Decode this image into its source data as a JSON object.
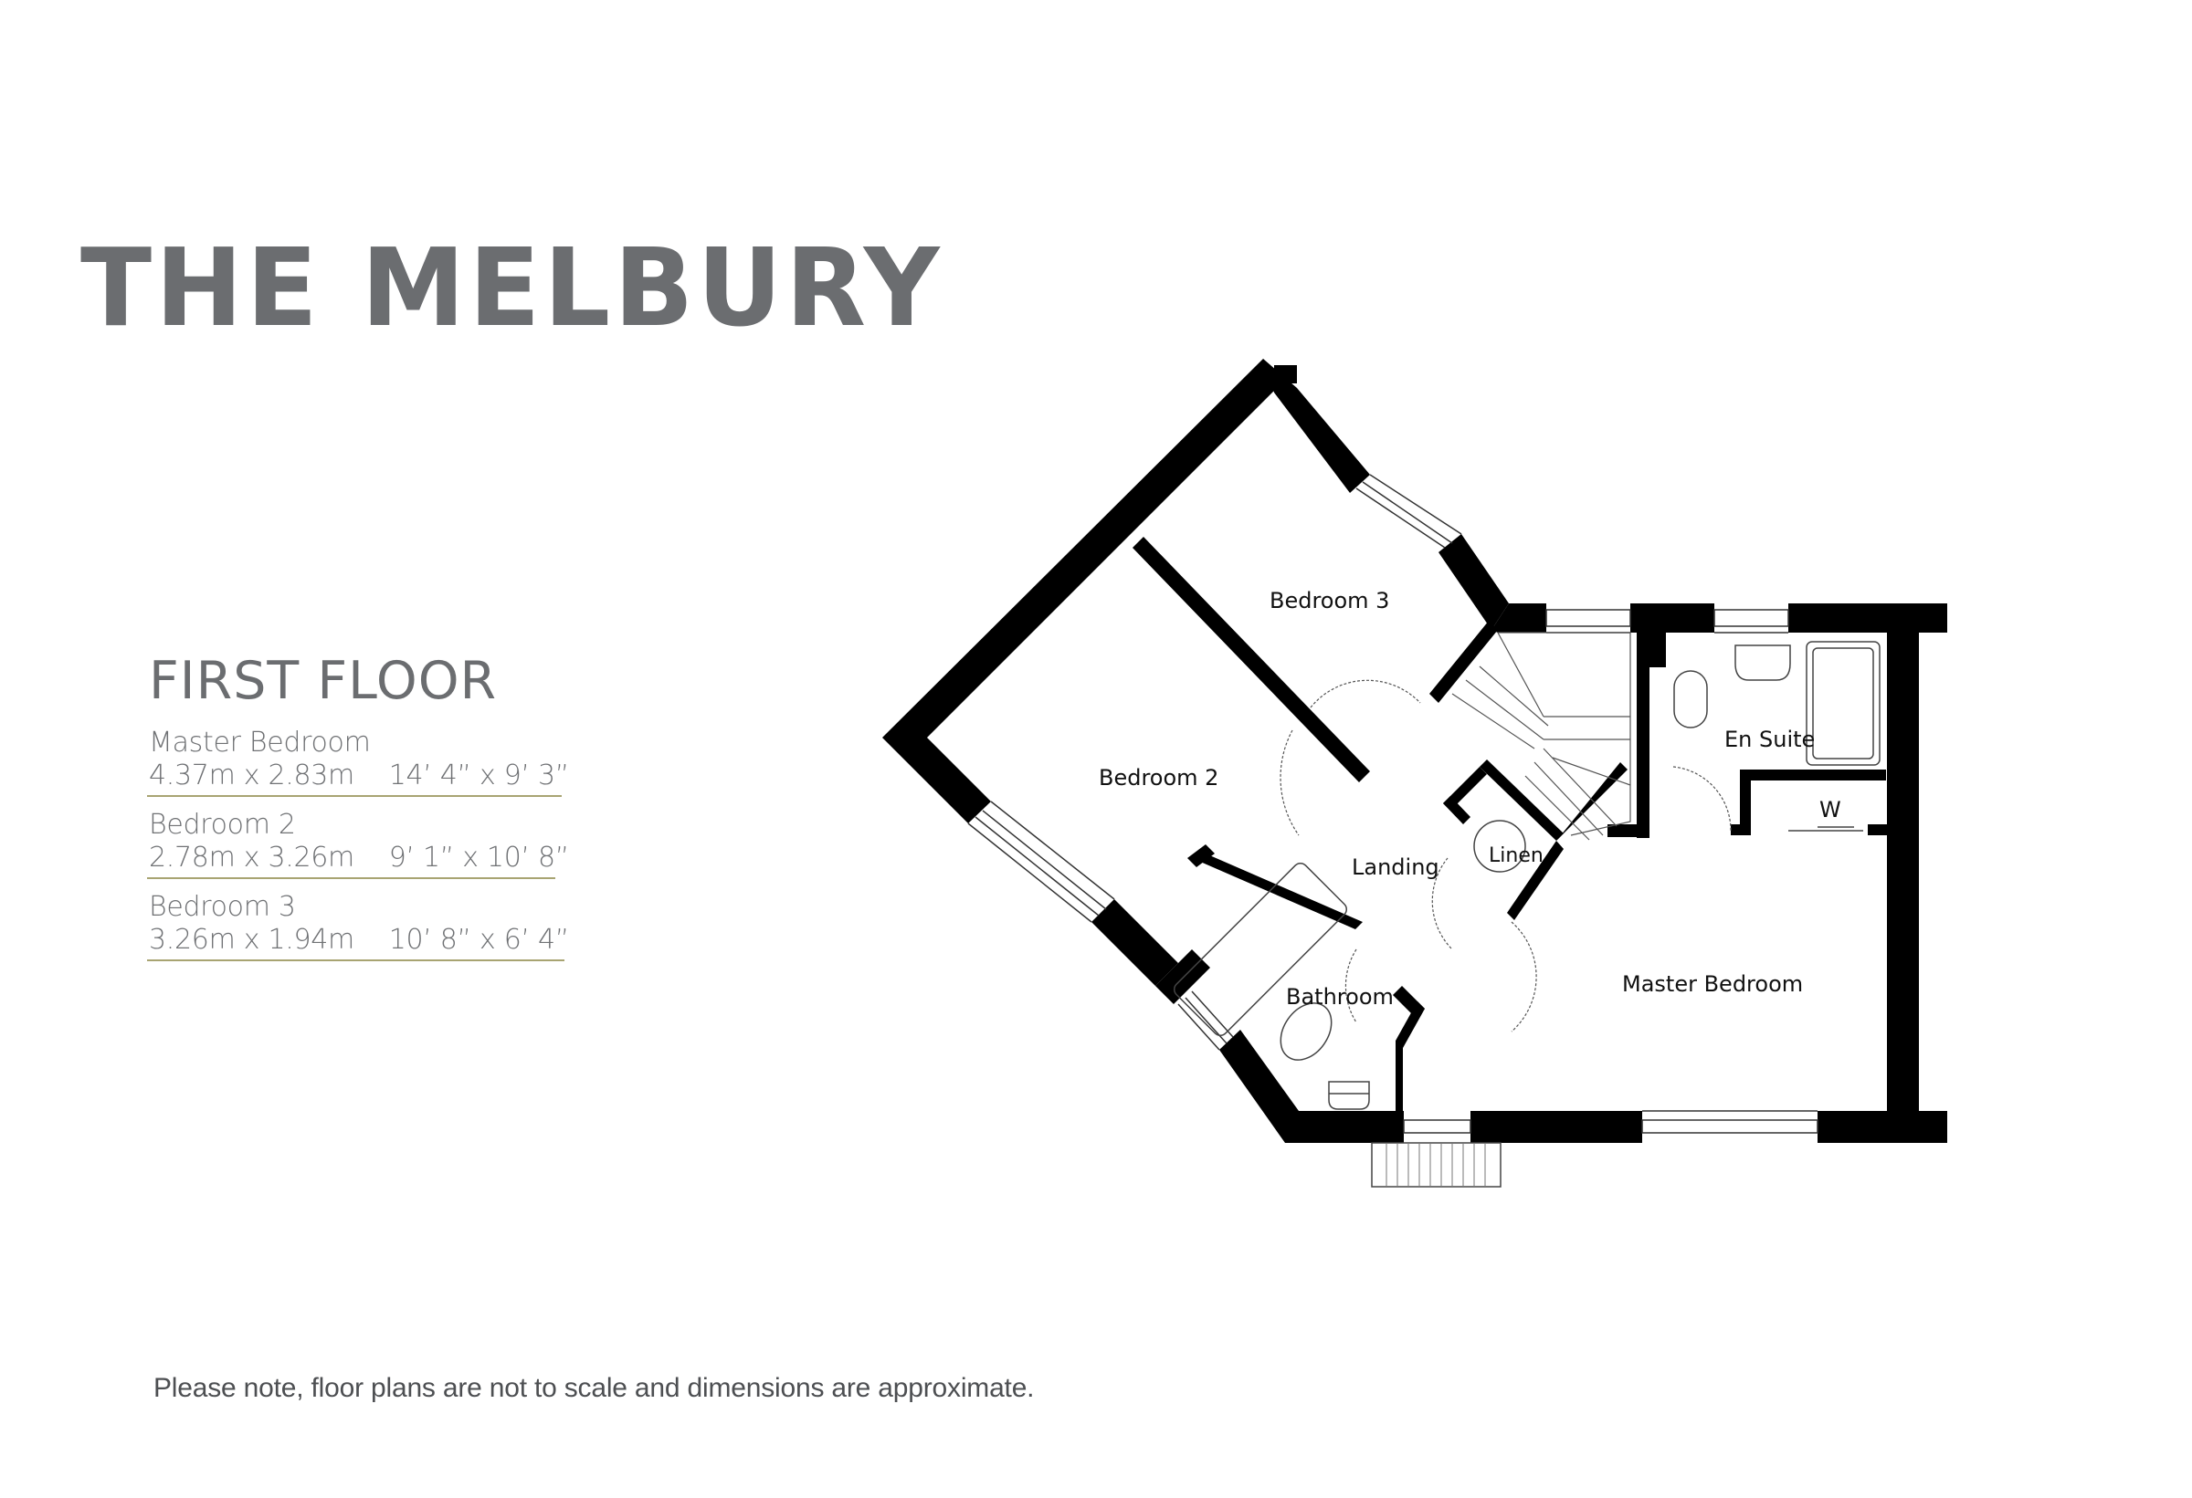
{
  "header": {
    "title": "THE MELBURY"
  },
  "floor": {
    "heading": "FIRST FLOOR",
    "rooms": [
      {
        "name": "Master Bedroom",
        "metric": "4.37m x 2.83m",
        "imperial": "14’ 4” x 9’ 3”"
      },
      {
        "name": "Bedroom 2",
        "metric": "2.78m x 3.26m",
        "imperial": "9’ 1” x 10’ 8”"
      },
      {
        "name": "Bedroom 3",
        "metric": "3.26m x 1.94m",
        "imperial": "10’ 8” x 6’ 4”"
      }
    ]
  },
  "plan": {
    "labels": {
      "bedroom3": "Bedroom 3",
      "bedroom2": "Bedroom 2",
      "landing": "Landing",
      "linen": "Linen",
      "bathroom": "Bathroom",
      "en_suite": "En Suite",
      "wardrobe": "W",
      "master_bedroom": "Master Bedroom"
    }
  },
  "footer": {
    "note": "Please note, floor plans are not to scale and dimensions are approximate."
  },
  "colors": {
    "title": "#6b6d70",
    "rule": "#a8a472",
    "wall": "#000000"
  }
}
